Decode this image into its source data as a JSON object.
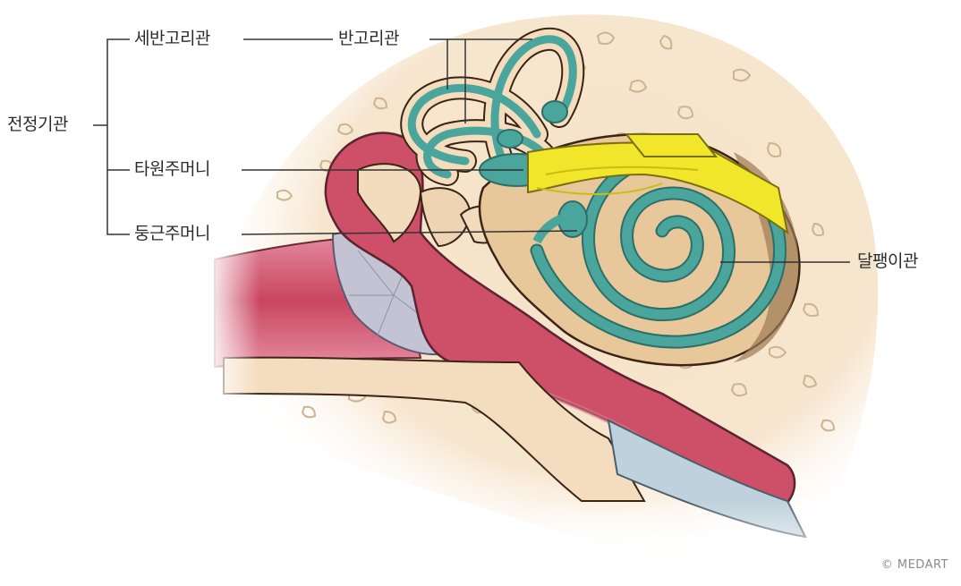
{
  "labels": {
    "vestibular_system": "전정기관",
    "semicircular_duct": "세반고리관",
    "semicircular_canal": "반고리관",
    "utricle": "타원주머니",
    "saccule": "둥근주머니",
    "cochlea": "달팽이관"
  },
  "copyright": "© MEDART",
  "colors": {
    "bone": "#f6e2c6",
    "bone_pore": "#d9c3a2",
    "canal_red": "#c9465f",
    "canal_red_light": "#e27d93",
    "membranous_teal": "#4aa59c",
    "nerve_yellow": "#f2e62a",
    "cochlea_tan": "#e8c89a",
    "eardrum_gray": "#bcbccf",
    "outline": "#3a2416",
    "leader_line": "#333333"
  }
}
